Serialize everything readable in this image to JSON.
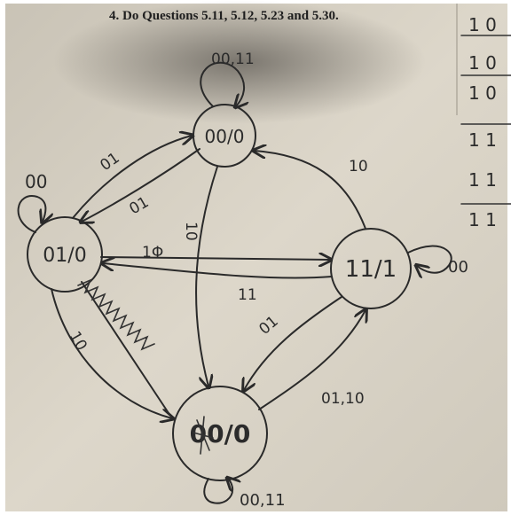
{
  "header": {
    "assignment": "4. Do Questions  5.11, 5.12, 5.23 and 5.30."
  },
  "states": {
    "s00": "00/0",
    "s01": "01/0",
    "s11": "11/1",
    "s10": "00/0"
  },
  "transitions": {
    "loop_00": "00,11",
    "loop_01": "00",
    "loop_11": "00",
    "loop_10": "00,11",
    "e_01_00": "01",
    "e_00_01": "01",
    "e_01_11": "1Φ",
    "e_11_01": "11",
    "e_00_10": "10",
    "e_11_00": "10",
    "e_01_10": "10",
    "e_10_11": "01,10",
    "e_11_10": "01"
  },
  "side_table": {
    "rows": [
      "1 0",
      "1 0",
      "1 0",
      "1 1",
      "1 1",
      "1 1"
    ]
  },
  "colors": {
    "paper": "#d8d2c4",
    "ink": "#2a2a2a",
    "shadow": "#6b6762"
  }
}
